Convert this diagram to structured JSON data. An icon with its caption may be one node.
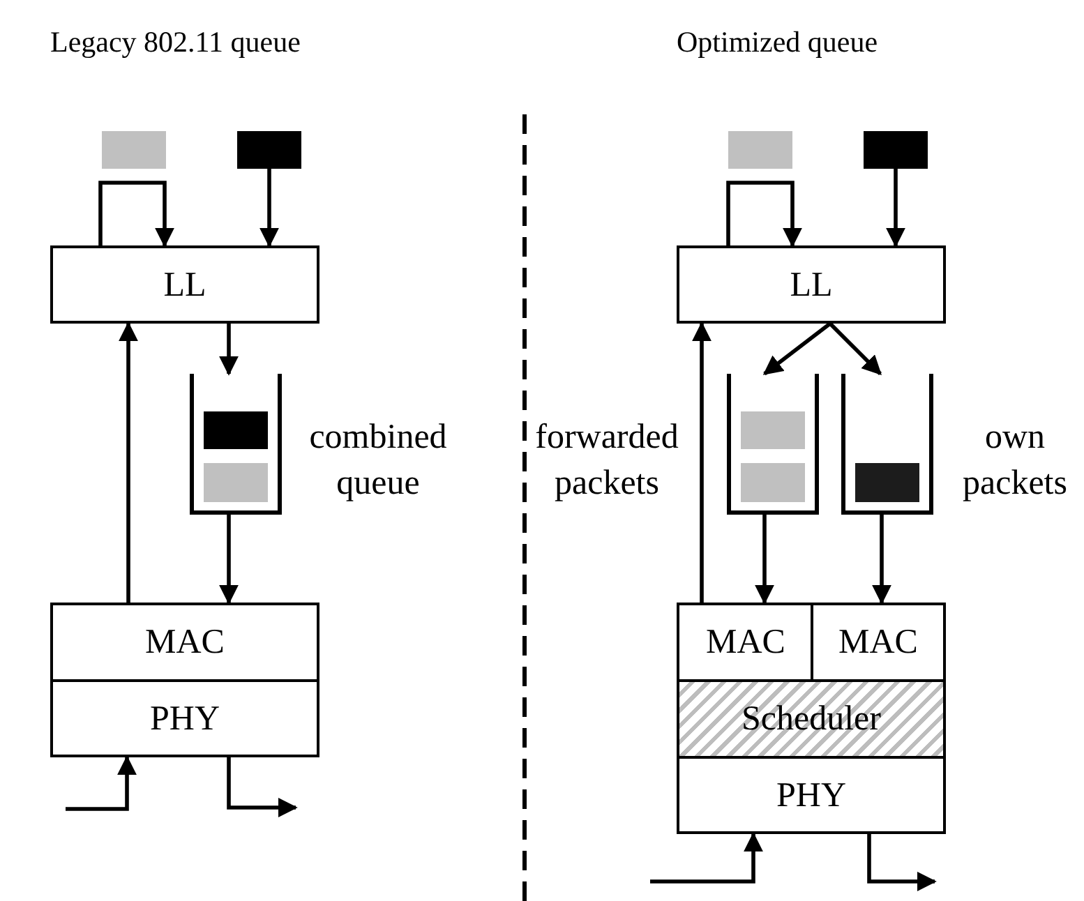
{
  "diagram": {
    "nodes": [
      {
        "text": [],
        "shape": "box"
      },
      {
        "text": [],
        "shape": "box"
      },
      {
        "text": [
          "LL"
        ]
      },
      {
        "text": [],
        "shape": "box",
        "beside": [
          "combined queue"
        ]
      },
      {
        "text": [],
        "shape": "box",
        "in": 3
      },
      {
        "text": [],
        "shape": "box",
        "in": 3
      },
      {
        "text": [
          "MAC"
        ]
      },
      {
        "text": [
          "PHY"
        ]
      },
      {
        "text": [],
        "shape": "box"
      },
      {
        "text": [],
        "shape": "box"
      },
      {
        "text": [
          "LL"
        ]
      },
      {
        "text": [],
        "shape": "box",
        "beside": [
          "forwarded packets"
        ]
      },
      {
        "text": [],
        "shape": "box",
        "in": 11
      },
      {
        "text": [],
        "shape": "box",
        "in": 11
      },
      {
        "text": [],
        "shape": "box",
        "beside": [
          "own packets"
        ]
      },
      {
        "text": [],
        "shape": "box",
        "in": 14
      },
      {
        "text": [
          "MAC"
        ]
      },
      {
        "text": [
          "MAC"
        ]
      },
      {
        "text": [
          "Scheduler"
        ]
      },
      {
        "text": [
          "PHY"
        ]
      }
    ],
    "edges": [
      {
        "from": 2,
        "to": 2,
        "arrow": "to"
      },
      {
        "from": 1,
        "to": 2,
        "arrow": "to"
      },
      {
        "from": 2,
        "to": 3,
        "arrow": "to"
      },
      {
        "from": 3,
        "to": 6,
        "arrow": "to"
      },
      {
        "from": 6,
        "to": 2,
        "arrow": "to"
      },
      {
        "from": null,
        "to": 7,
        "arrow": "to"
      },
      {
        "from": 7,
        "to": null,
        "arrow": "to"
      },
      {
        "from": 10,
        "to": 10,
        "arrow": "to"
      },
      {
        "from": 9,
        "to": 10,
        "arrow": "to"
      },
      {
        "from": 10,
        "to": 11,
        "arrow": "to"
      },
      {
        "from": 10,
        "to": 14,
        "arrow": "to"
      },
      {
        "from": 11,
        "to": 16,
        "arrow": "to"
      },
      {
        "from": 14,
        "to": 17,
        "arrow": "to"
      },
      {
        "from": 16,
        "to": 10,
        "arrow": "to"
      },
      {
        "from": null,
        "to": 19,
        "arrow": "to"
      },
      {
        "from": 19,
        "to": null,
        "arrow": "to"
      }
    ],
    "labels": [
      "Legacy 802.11 queue",
      "Optimized queue"
    ]
  }
}
